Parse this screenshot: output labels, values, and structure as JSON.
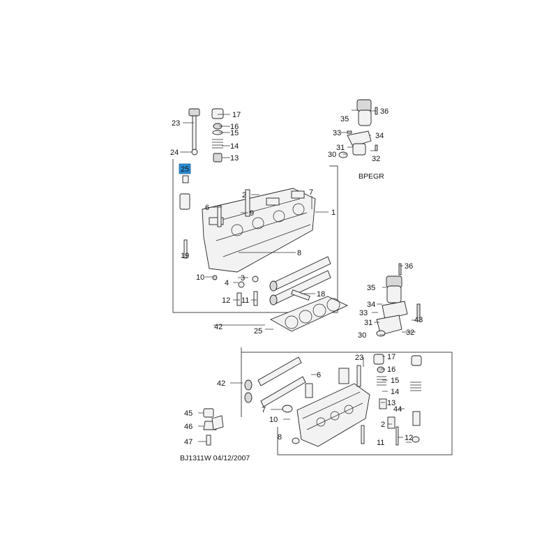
{
  "labels": {
    "top_center": [
      "23",
      "17",
      "16",
      "15",
      "14",
      "24",
      "13",
      "25"
    ],
    "head_upper": [
      "7",
      "2",
      "1",
      "6",
      "9",
      "8",
      "19",
      "10",
      "3",
      "4",
      "12",
      "11",
      "18",
      "42",
      "25"
    ],
    "egr_upper": [
      "35",
      "36",
      "33",
      "34",
      "31",
      "30",
      "32"
    ],
    "egr_upper_caption": "BPEGR",
    "egr_lower": [
      "36",
      "35",
      "34",
      "33",
      "31",
      "43",
      "30",
      "32"
    ],
    "head_lower": [
      "17",
      "23",
      "16",
      "6",
      "15",
      "42",
      "14",
      "7",
      "13",
      "10",
      "44",
      "2",
      "8",
      "12",
      "11"
    ],
    "bracket_parts": [
      "45",
      "46",
      "47"
    ]
  },
  "footer": {
    "code": "BJ1311W  04/12/2007"
  },
  "highlight_color": "#2b8fd6"
}
